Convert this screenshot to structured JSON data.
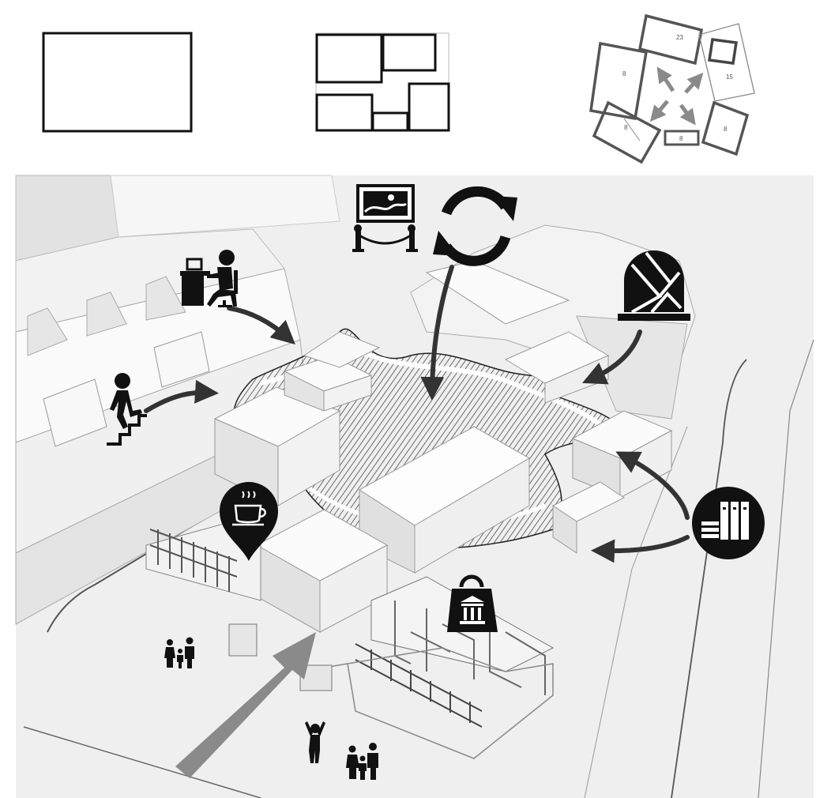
{
  "diagram": {
    "steps": [
      {
        "name": "single-volume"
      },
      {
        "name": "subdivided-volumes"
      },
      {
        "name": "rotated-volumes",
        "labels": [
          "23",
          "15",
          "8",
          "8",
          "8",
          "8"
        ]
      }
    ],
    "icons": [
      "exhibition-icon",
      "refresh-icon",
      "office-worker-icon",
      "stairs-climbing-icon",
      "stained-glass-window-icon",
      "cafe-pin-icon",
      "library-books-icon",
      "museum-bag-icon",
      "family-icon",
      "cheering-person-icon"
    ],
    "colors": {
      "line": "#2e2e2e",
      "arrow": "#3a3a3a",
      "entrance_arrow": "#8a8a8a",
      "mass_light": "#f4f4f4",
      "mass_shade": "#d9d9d9",
      "ground": "#ececec"
    }
  }
}
